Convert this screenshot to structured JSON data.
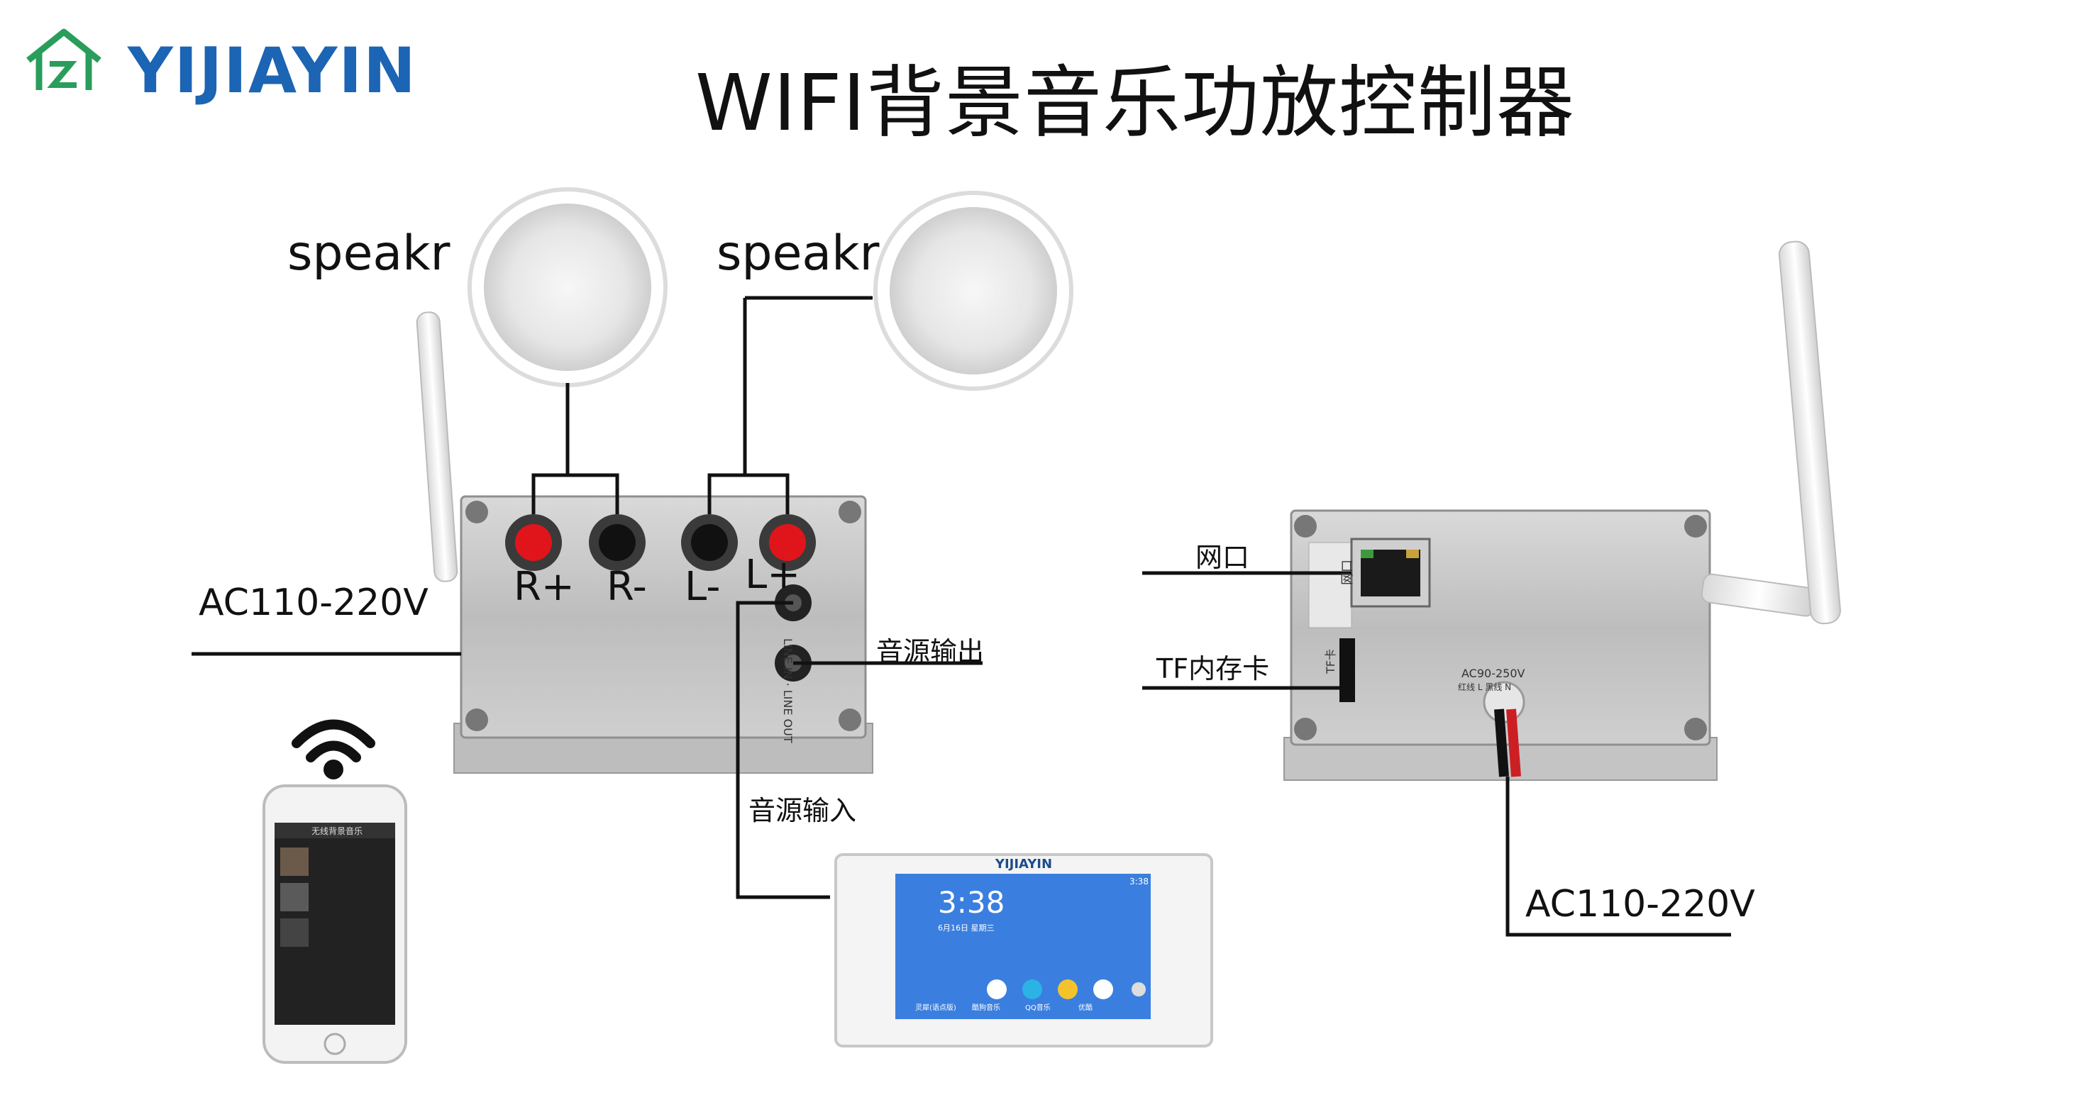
{
  "brand": {
    "name": "YIJIAYIN"
  },
  "title": "WIFI背景音乐功放控制器",
  "speakers": [
    {
      "label": "speakr"
    },
    {
      "label": "speakr"
    }
  ],
  "amp_front": {
    "terminals": [
      "R+",
      "R-",
      "L-",
      "L+"
    ],
    "power_label": "AC110-220V",
    "audio_out_label": "音源输出",
    "audio_in_label": "音源输入",
    "side_print": "LINE IN · LINE OUT"
  },
  "amp_back": {
    "lan_label": "网口",
    "tf_label": "TF内存卡",
    "power_label": "AC110-220V",
    "lan_print": "网口",
    "tf_print": "TF卡",
    "rating_print": "AC90-250V",
    "wire_print": "红线 L  黑线 N"
  },
  "tablet": {
    "brand": "YIJIAYIN",
    "time": "3:38",
    "date": "6月16日 星期三",
    "status_time": "3:38",
    "apps": [
      "灵犀(语点版)",
      "酷狗音乐",
      "QQ音乐",
      "优酷"
    ]
  },
  "phone": {
    "screen_title": "无线背景音乐"
  },
  "colors": {
    "brand": "#1c64b4",
    "logo_green": "#2a9d5c",
    "red_post": "#e0151b",
    "device_body": "#c9c9c9"
  }
}
